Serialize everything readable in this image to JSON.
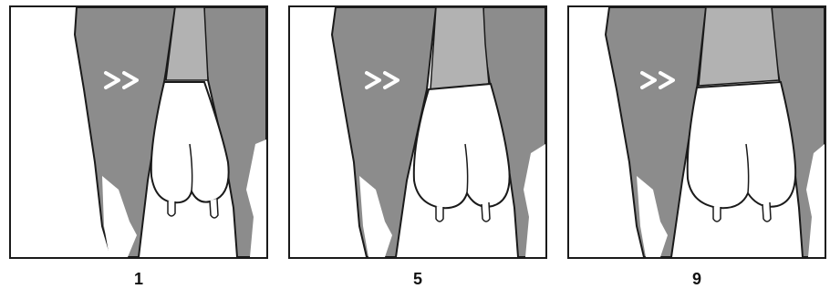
{
  "panels": [
    {
      "score_label": "1"
    },
    {
      "score_label": "5"
    },
    {
      "score_label": "9"
    }
  ],
  "colors": {
    "leg_gray": "#8c8c8c",
    "udder_attach_gray": "#b2b2b2",
    "outline": "#1a1a1a",
    "arrow": "#ffffff",
    "udder_fill": "#ffffff"
  },
  "icon_names": [
    "double-chevron-right-icon"
  ]
}
